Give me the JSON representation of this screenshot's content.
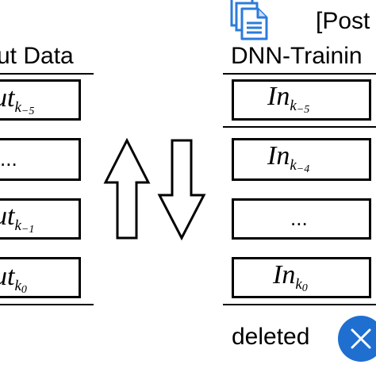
{
  "post_label": "[Post",
  "left_panel": {
    "header": "ut Data",
    "rows": [
      {
        "base": "ut",
        "sub": "k",
        "subsub": "−5"
      },
      {
        "text": "..."
      },
      {
        "base": "ut",
        "sub": "k",
        "subsub": "−1"
      },
      {
        "base": "ut",
        "sub": "k",
        "subsub": "0"
      }
    ]
  },
  "right_panel": {
    "header": "DNN-Trainin",
    "rows": [
      {
        "base": "In",
        "sub": "k",
        "subsub": "−5"
      },
      {
        "base": "In",
        "sub": "k",
        "subsub": "−4"
      },
      {
        "text": "..."
      },
      {
        "base": "In",
        "sub": "k",
        "subsub": "0"
      }
    ]
  },
  "footer": {
    "deleted_label": "deleted"
  },
  "icons": {
    "document": "document-stack-icon",
    "up_arrow": "up-arrow-icon",
    "down_arrow": "down-arrow-icon",
    "delete": "close-icon"
  },
  "colors": {
    "accent": "#1f6fd1",
    "doc_icon": "#2b7bdc"
  }
}
